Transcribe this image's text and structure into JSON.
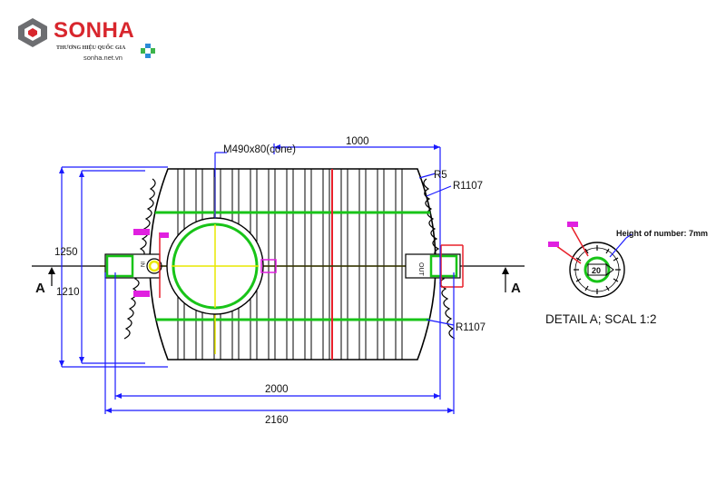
{
  "brand": {
    "name": "SONHA",
    "tagline": "THƯƠNG HIỆU QUỐC GIA",
    "website": "sonha.net.vn",
    "primary_color": "#d8262d",
    "mark_color": "#6d6e71"
  },
  "drawing": {
    "top_label": "M490x80(cone)",
    "width_1000": "1000",
    "radius_small": "R5",
    "radius_top": "R1107",
    "radius_bottom": "R1107",
    "height_1250": "1250",
    "height_1210": "1210",
    "width_2000": "2000",
    "width_2160": "2160",
    "section_left": "A",
    "section_right": "A",
    "inlet_label": "IN",
    "outlet_label": "OUT"
  },
  "detail": {
    "caption": "DETAIL A; SCAL 1:2",
    "note": "Height of number: 7mm",
    "center_number": "20"
  },
  "colors": {
    "dimension_blue": "#1a1aff",
    "rib_green": "#18c418",
    "center_yellow": "#e8e800",
    "accent_red": "#e8202a",
    "outline": "#000000",
    "tag_magenta": "#e020e0"
  }
}
